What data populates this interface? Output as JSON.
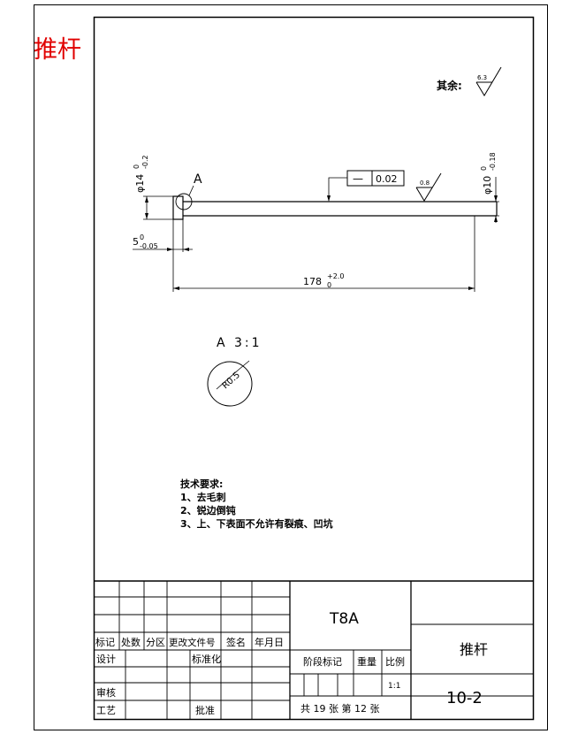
{
  "page_title": "推杆",
  "roughness": {
    "other_label": "其余:",
    "other_value": "6.3",
    "surface_value": "0.8"
  },
  "dimensions": {
    "dia14": "φ14",
    "dia14_upper": "0",
    "dia14_lower": "-0.2",
    "dia10": "φ10",
    "dia10_upper": "0",
    "dia10_lower": "-0.18",
    "len5": "5",
    "len5_upper": "0",
    "len5_lower": "-0.05",
    "len178": "178",
    "len178_upper": "+2.0",
    "len178_lower": "0"
  },
  "tolerance_frame": {
    "symbol": "—",
    "value": "0.02"
  },
  "detail": {
    "callout": "A",
    "title": "A 3:1",
    "radius": "R0.5"
  },
  "tech_requirements": {
    "heading": "技术要求:",
    "items": [
      "1、去毛刺",
      "2、锐边倒钝",
      "3、上、下表面不允许有裂痕、凹坑"
    ]
  },
  "title_block": {
    "material": "T8A",
    "part_name": "推杆",
    "drawing_no": "10-2",
    "labels": {
      "mark": "标记",
      "count": "处数",
      "zone": "分区",
      "change_doc": "更改文件号",
      "sign": "签名",
      "date": "年月日",
      "design": "设计",
      "standard": "标准化",
      "review": "审核",
      "process": "工艺",
      "approve": "批准",
      "stage": "阶段标记",
      "weight": "重量",
      "scale": "比例"
    },
    "scale_value": "1:1",
    "sheet_info": "共 19 张  第 12 张"
  }
}
